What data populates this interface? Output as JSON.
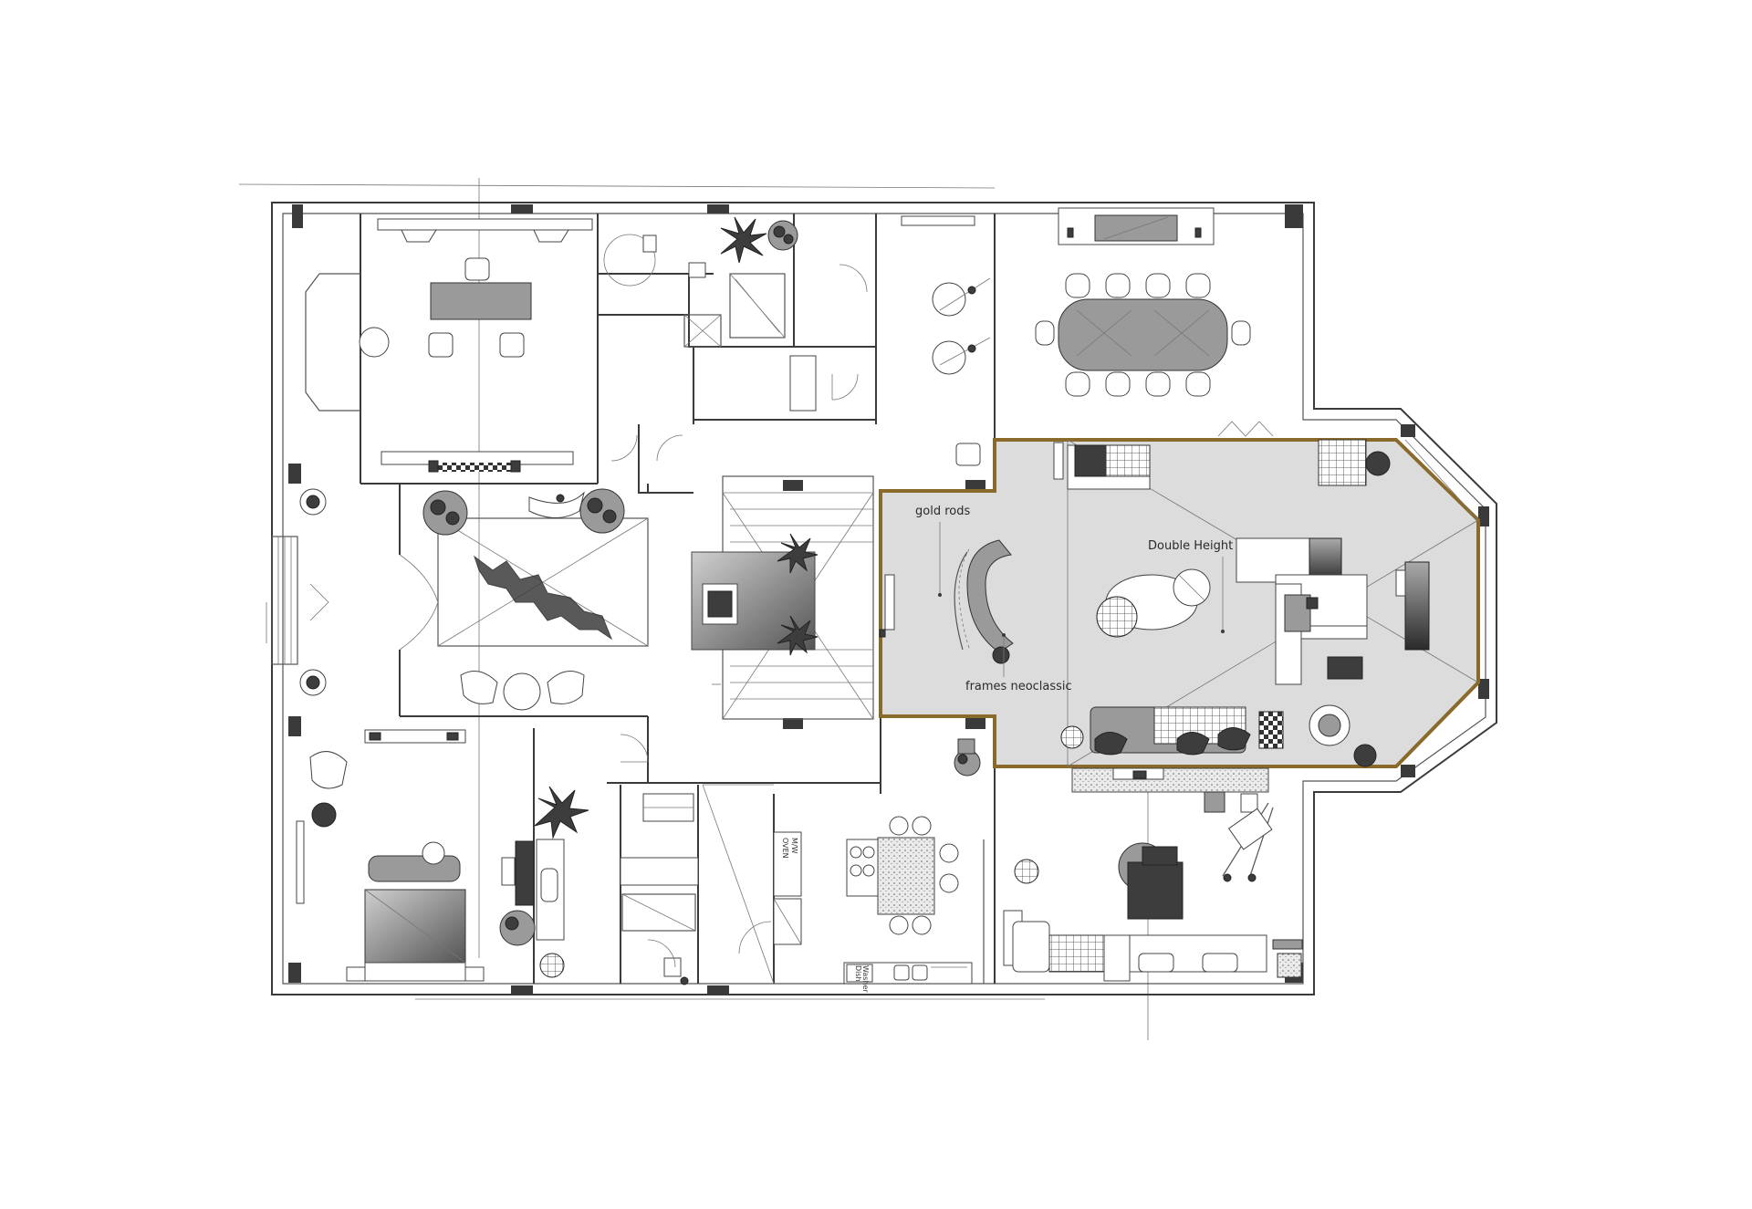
{
  "annotations": {
    "gold_rods": "gold rods",
    "double_height": "Double Height",
    "frames_neoclassic": "frames neoclassic"
  },
  "appliance_labels": {
    "microwave": "M/W",
    "oven": "OVEN",
    "dishwasher_line1": "Dish",
    "dishwasher_line2": "Washer"
  },
  "colors": {
    "highlight_border": "#8a6a2a",
    "highlight_fill": "#dcdcdc",
    "wall": "#3a3a3a",
    "dark_furniture": "#3d3d3d"
  }
}
